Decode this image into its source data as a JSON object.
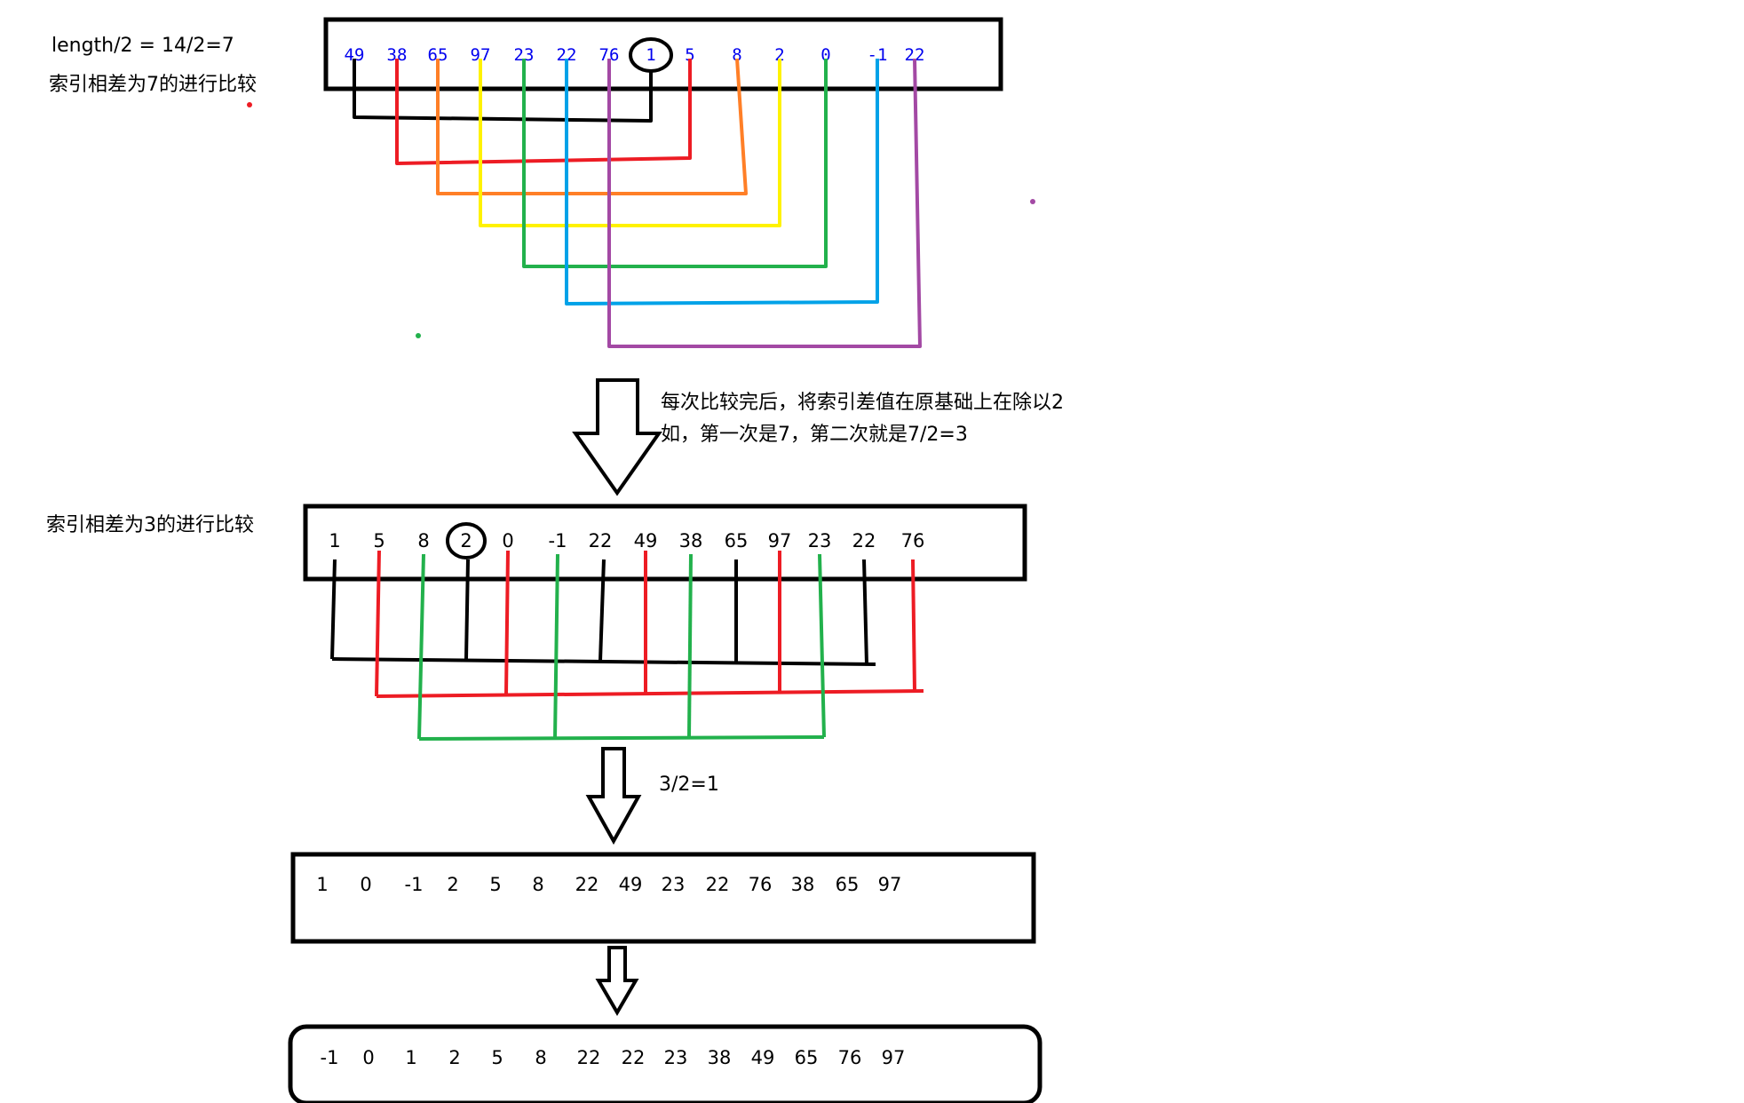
{
  "title_formula": "length/2 = 14/2=7",
  "step1": {
    "label": "索引相差为7的进行比较",
    "values": [
      "49",
      "38",
      "65",
      "97",
      "23",
      "22",
      "76",
      "1",
      "5",
      "8",
      "2",
      "0",
      "-1",
      "22"
    ],
    "circled_index": 7
  },
  "note": {
    "line1": "每次比较完后，将索引差值在原基础上在除以2",
    "line2": "如，第一次是7，第二次就是7/2=3"
  },
  "step2": {
    "label": "索引相差为3的进行比较",
    "values": [
      "1",
      "5",
      "8",
      "2",
      "0",
      "-1",
      "22",
      "49",
      "38",
      "65",
      "97",
      "23",
      "22",
      "76"
    ],
    "circled_index": 3
  },
  "step3": {
    "formula": "3/2=1",
    "values": [
      "1",
      "0",
      "-1",
      "2",
      "5",
      "8",
      "22",
      "49",
      "23",
      "22",
      "76",
      "38",
      "65",
      "97"
    ]
  },
  "step4": {
    "values": [
      "-1",
      "0",
      "1",
      "2",
      "5",
      "8",
      "22",
      "22",
      "23",
      "38",
      "49",
      "65",
      "76",
      "97"
    ]
  },
  "colors": {
    "black": "#000000",
    "red": "#ed1c24",
    "orange": "#ff7f27",
    "yellow": "#fff200",
    "green": "#22b14c",
    "blue": "#00a2e8",
    "purple": "#a349a4",
    "text_blue": "#0000ee"
  }
}
